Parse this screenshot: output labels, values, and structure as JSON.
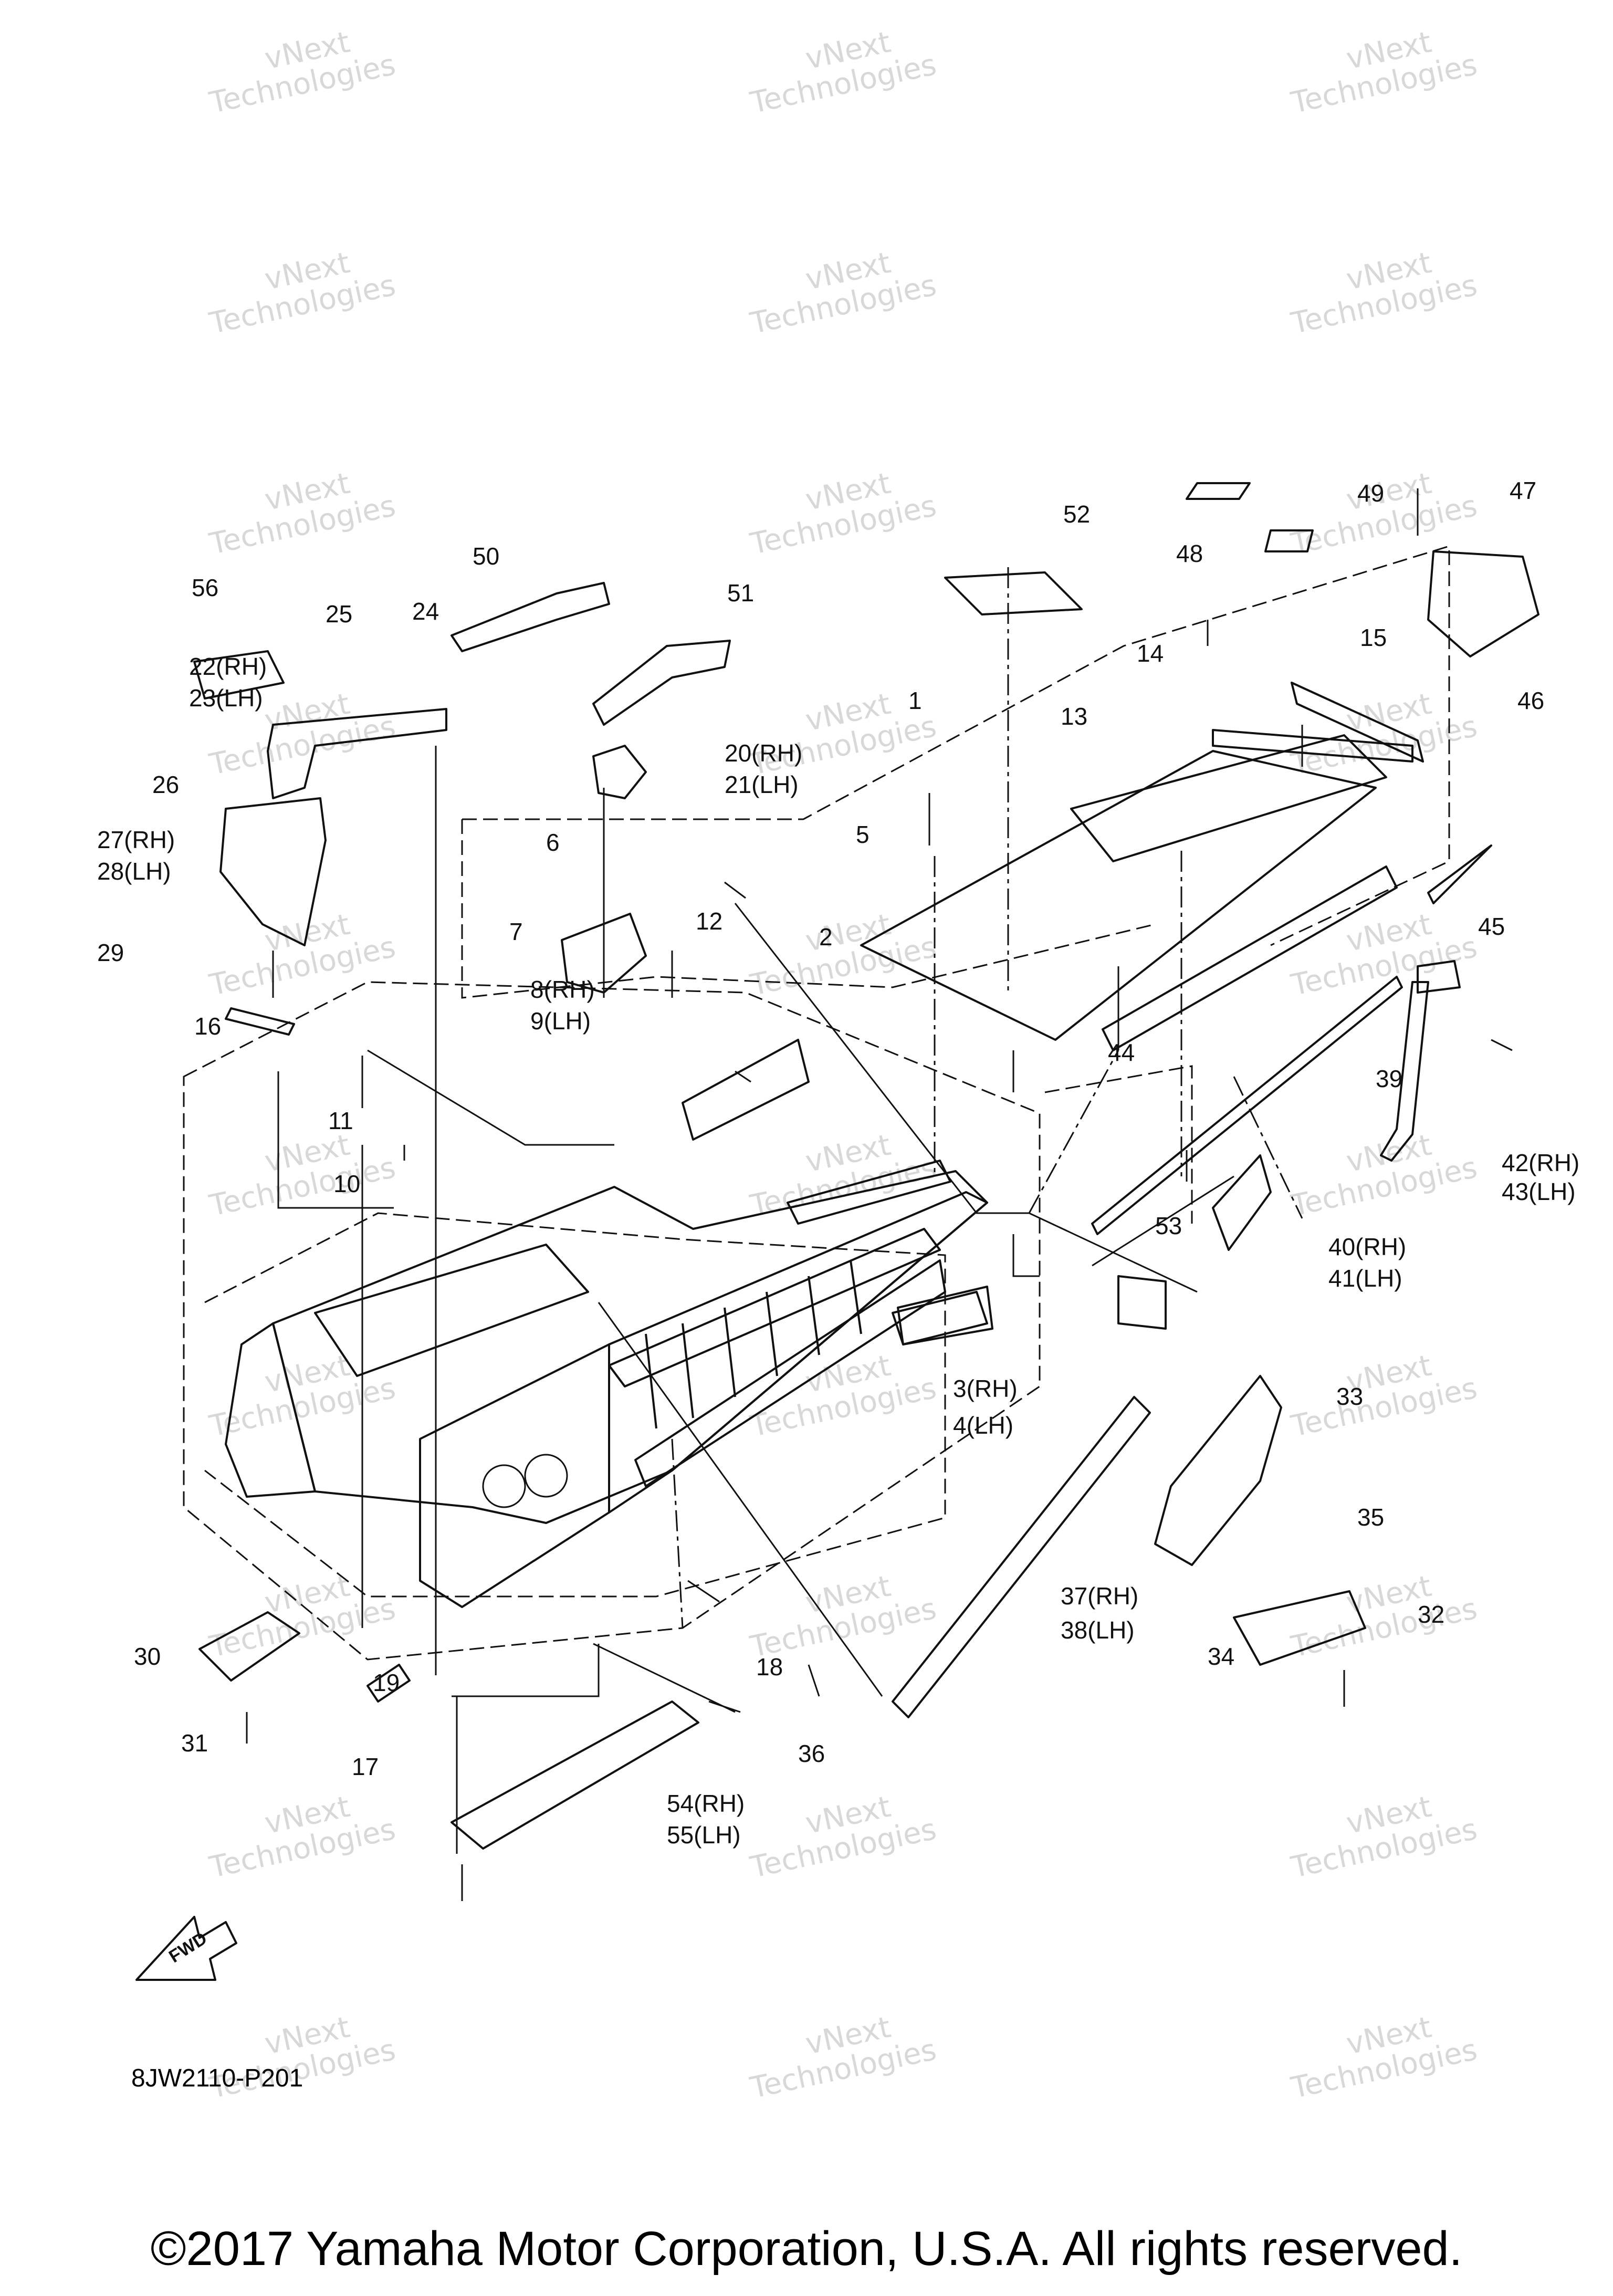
{
  "diagram": {
    "diagram_code": "8JW2110-P201",
    "copyright": "©2017 Yamaha Motor Corporation, U.S.A. All rights reserved.",
    "fwd_label": "FWD",
    "watermark": [
      "vNext",
      "Technologies"
    ],
    "callouts": [
      "1",
      "2",
      "3(RH)",
      "4(LH)",
      "5",
      "6",
      "7",
      "8(RH)",
      "9(LH)",
      "10",
      "11",
      "12",
      "13",
      "14",
      "15",
      "16",
      "17",
      "18",
      "19",
      "20(RH)",
      "21(LH)",
      "22(RH)",
      "23(LH)",
      "24",
      "25",
      "26",
      "27(RH)",
      "28(LH)",
      "29",
      "30",
      "31",
      "32",
      "33",
      "34",
      "35",
      "36",
      "37(RH)",
      "38(LH)",
      "39",
      "40(RH)",
      "41(LH)",
      "42(RH)",
      "43(LH)",
      "44",
      "45",
      "46",
      "47",
      "48",
      "49",
      "50",
      "51",
      "52",
      "53",
      "54(RH)",
      "55(LH)",
      "56"
    ]
  }
}
